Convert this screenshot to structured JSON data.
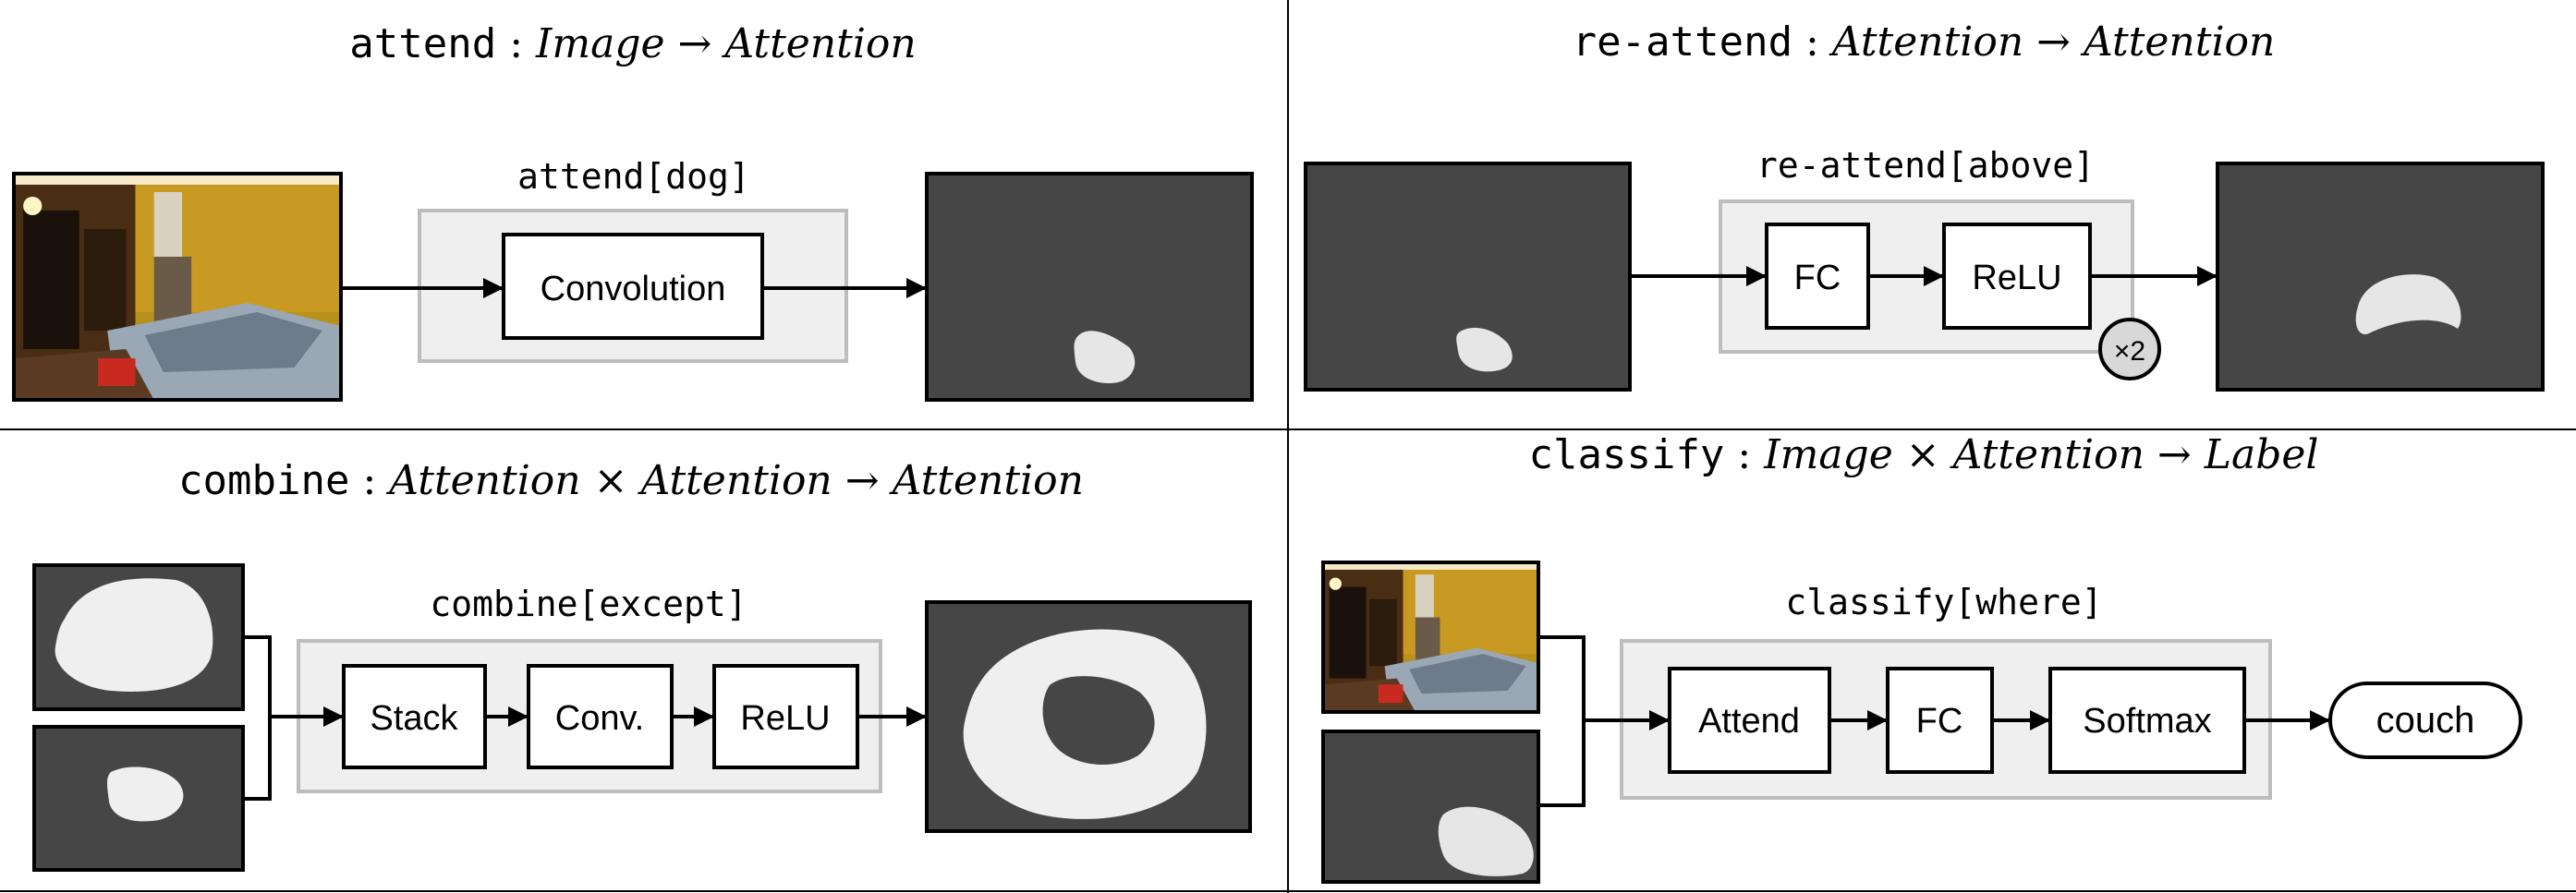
{
  "panels": {
    "attend": {
      "fn_name": "attend",
      "signature": "Image → Attention",
      "module_label": "attend[dog]",
      "ops": [
        "Convolution"
      ]
    },
    "reattend": {
      "fn_name": "re-attend",
      "signature": "Attention → Attention",
      "module_label": "re-attend[above]",
      "ops": [
        "FC",
        "ReLU"
      ],
      "repeat": "×2"
    },
    "combine": {
      "fn_name": "combine",
      "signature": "Attention × Attention → Attention",
      "module_label": "combine[except]",
      "ops": [
        "Stack",
        "Conv.",
        "ReLU"
      ]
    },
    "classify": {
      "fn_name": "classify",
      "signature": "Image × Attention → Label",
      "module_label": "classify[where]",
      "ops": [
        "Attend",
        "FC",
        "Softmax"
      ],
      "output": "couch"
    }
  },
  "colors": {
    "attention_bg": "#464646",
    "attention_blob": "#e6e6e6",
    "module_bg": "#efefef",
    "module_border": "#bdbdbd"
  }
}
